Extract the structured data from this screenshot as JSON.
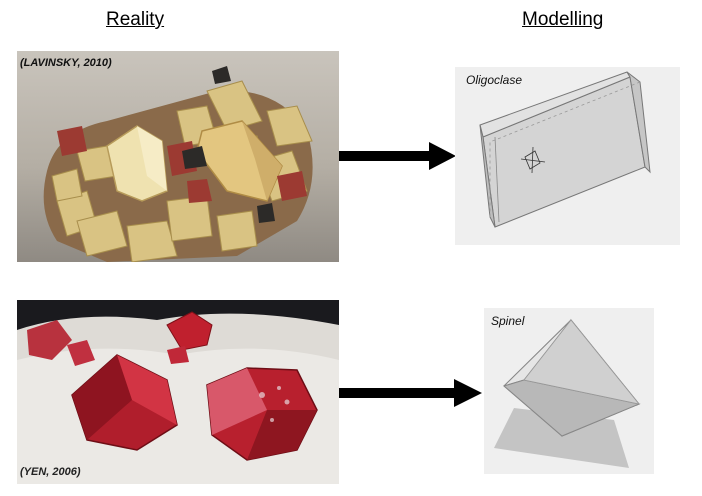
{
  "headings": {
    "reality": "Reality",
    "modelling": "Modelling"
  },
  "rows": [
    {
      "photo_credit": "(LAVINSKY, 2010)",
      "model_label": "Oligoclase"
    },
    {
      "photo_credit": "(YEN, 2006)",
      "model_label": "Spinel"
    }
  ],
  "colors": {
    "arrow": "#000000",
    "model_background": "#efefef",
    "crystal_gray": "#c8c8c8",
    "oligoclase_crystal": "#e8d79a",
    "spinel_crystal": "#c0202e"
  }
}
